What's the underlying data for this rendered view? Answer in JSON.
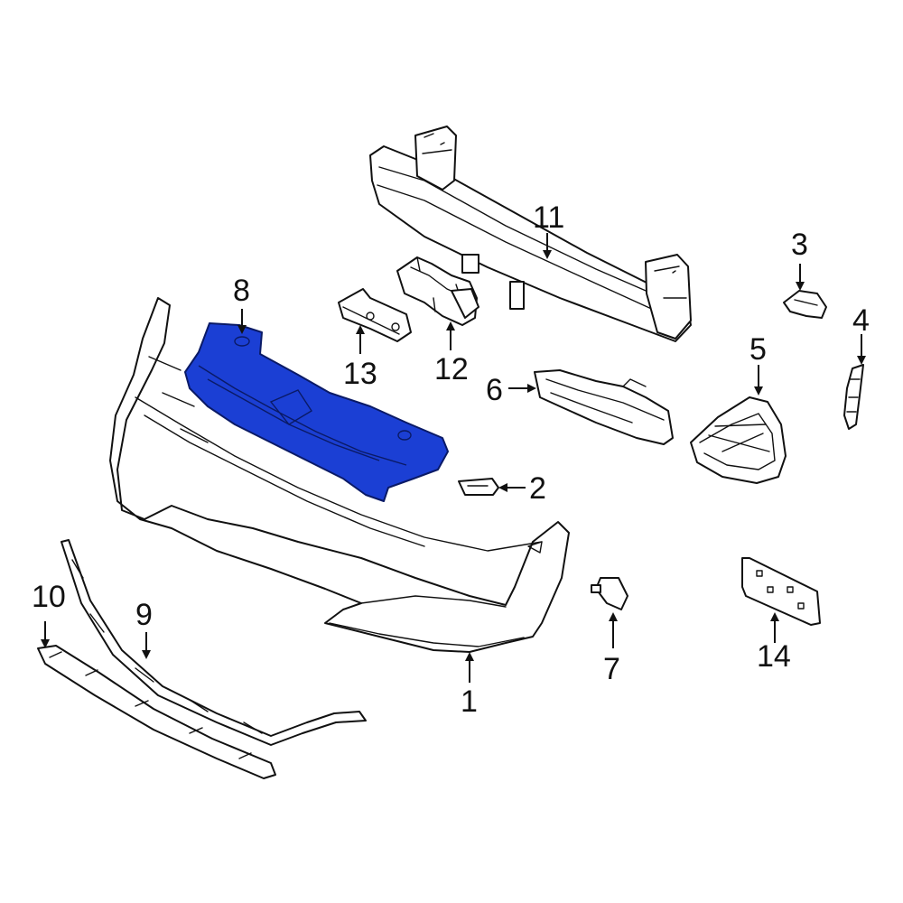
{
  "diagram": {
    "highlighted_part": "8",
    "highlight_color": "#1b3fd4",
    "callouts": [
      {
        "id": "c1",
        "label": "1"
      },
      {
        "id": "c2",
        "label": "2"
      },
      {
        "id": "c3",
        "label": "3"
      },
      {
        "id": "c4",
        "label": "4"
      },
      {
        "id": "c5",
        "label": "5"
      },
      {
        "id": "c6",
        "label": "6"
      },
      {
        "id": "c7",
        "label": "7"
      },
      {
        "id": "c8",
        "label": "8"
      },
      {
        "id": "c9",
        "label": "9"
      },
      {
        "id": "c10",
        "label": "10"
      },
      {
        "id": "c11",
        "label": "11"
      },
      {
        "id": "c12",
        "label": "12"
      },
      {
        "id": "c13",
        "label": "13"
      },
      {
        "id": "c14",
        "label": "14"
      }
    ]
  }
}
